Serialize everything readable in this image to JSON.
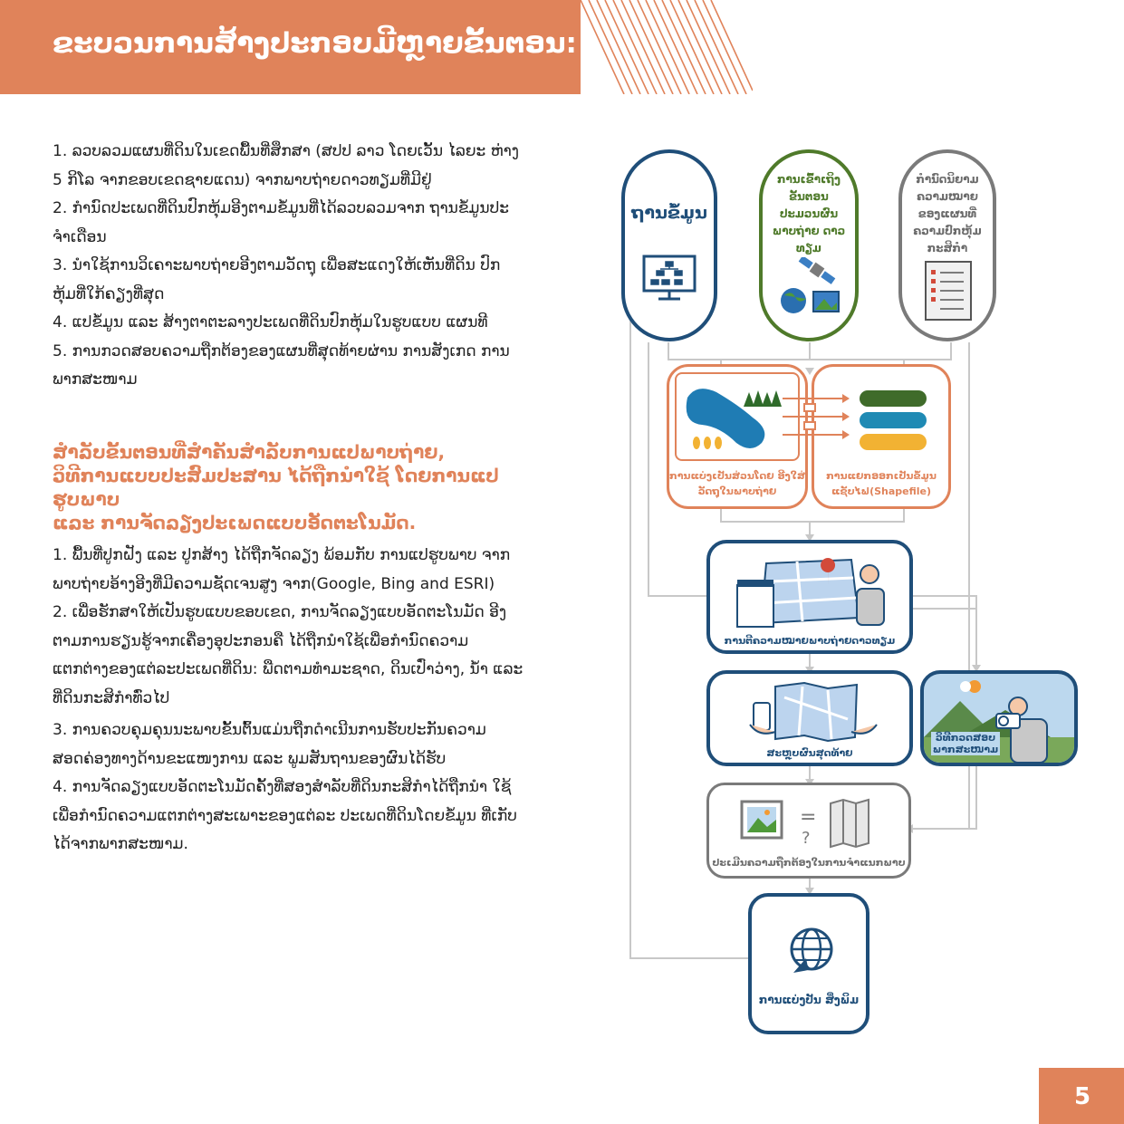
{
  "header": {
    "title": "ຂະບວນການສ້າງປະກອບມີຫຼາຍຂັ້ນຕອນ:"
  },
  "steps_1": [
    "1. ລວບລວມແຜນທີ່ດິນໃນເຂດພື້ນທີ່ສຶກສາ (ສປປ ລາວ ໂດຍເວັ້ນ ໄລຍະ ຫ່າງ 5 ກິໂລ ຈາກຂອບເຂດຊາຍແດນ) ຈາກພາບຖ່າຍດາວທຽມທີ່ມີຢູ່",
    "2. ກໍານົດປະເພດທີ່ດິນປົກຫຸ້ມອີງຕາມຂໍ້ມູນທີ່ໄດ້ລວບລວມຈາກ ຖານຂໍ້ມູນປະຈໍາເດືອນ",
    "3. ນໍາໃຊ້ການວິເຄາະພາບຖ່າຍອີງຕາມວັດຖຸ ເພື່ອສະແດງໃຫ້ເຫັນທີ່ດິນ ປົກຫຸ້ມທີ່ໃກ້ຄຽງທີ່ສຸດ",
    "4. ແປຂໍ້ມູນ ແລະ ສ້າງຕາຕະລາງປະເພດທີ່ດິນປົກຫຸ້ມໃນຮູບແບບ ແຜນທີ",
    "5. ການກວດສອບຄວາມຖືກຕ້ອງຂອງແຜນທີ່ສຸດທ້າຍຜ່ານ ການສັງເກດ ການພາກສະໜາມ"
  ],
  "subheading": [
    "ສໍາລັບຂັ້ນຕອນທີ່ສໍາຄັນສໍາລັບການແປພາບຖ່າຍ,",
    "ວິທີການແບບປະສົມປະສານ ໄດ້ຖືກນໍາໃຊ້ ໂດຍການແປຮູບພາບ",
    "ແລະ ການຈັດລຽງປະເພດແບບອັດຕະໂນມັດ."
  ],
  "steps_2": [
    "1. ພື້ນທີ່ປູກຝັງ ແລະ ປູກສ້າງ ໄດ້ຖືກຈັດລຽງ ພ້ອມກັບ  ການແປຮູບພາບ ຈາກພາບຖ່າຍອ້າງອີງທີ່ມີຄວາມຊັດເຈນສູງ ຈາກ(Google, Bing and ESRI)",
    "2. ເພື່ອຮັກສາໃຫ້ເປັນຮູບແບບຂອບເຂດ, ການຈັດລຽງແບບອັດຕະໂນມັດ ອີງຕາມການຮຽນຮູ້ຈາກເຄື່ອງອຸປະກອນຄື   ໄດ້ຖືກນໍາໃຊ້ເພື່ອກໍານົດຄວາມ ແຕກຕ່າງຂອງແຕ່ລະປະເພດທີ່ດິນ:  ພືດຕາມທໍາມະຊາດ,  ດິນເປົ່າວ່າງ,  ນໍ້າ ແລະ ທີ່ດິນກະສິກໍາທົ່ວໄປ",
    "3. ການຄວບຄຸມຄຸນນະພາບຂັ້ນຕົ້ນແມ່ນຖືກດໍາເນີນການຮັບປະກັນຄວາມ ສອດຄ່ອງທາງດ້ານຂະແໜງການ ແລະ ພູມສັນຖານຂອງຜົນໄດ້ຮັບ",
    "4. ການຈັດລຽງແບບອັດຕະໂນມັດຄັ້ງທີ່ສອງສໍາລັບທີ່ດິນກະສິກໍາໄດ້ຖືກນໍາ ໃຊ້ເພື່ອກໍານົດຄວາມແຕກຕ່າງສະເພາະຂອງແຕ່ລະ ປະເພດທີ່ດິນໂດຍຂໍ້ມູນ ທີ່ເກັບໄດ້ຈາກພາກສະໜາມ."
  ],
  "diagram": {
    "database": "ຖານຂໍ້ມູນ",
    "satellite": "ການເຂົ້າເຖິງ ຂັ້ນຕອນ ປະມວນຜົນ ພາບຖ່າຍ ດາວທຽມ",
    "legend_def": "ກໍານົດນິຍາມ ຄວາມໝາຍ ຂອງແຜນທີ່ ຄວາມປົກຫຸ້ມ ກະສິກໍາ",
    "segmentation": "ການແບ່ງເປັນສ່ວນໂດຍ ອີງໃສ່ວັດຖຸໃນພາບຖ່າຍ",
    "export": "ການແຍກອອກເປັນຂໍ້ມູນ ແຊັບໄຟ(Shapefile)",
    "interpretation": "ການຕີຄວາມໝາຍພາບຖ່າຍດາວທຽມ",
    "final_map": "ສະຫຼຸບຜົນສຸດທ້າຍ",
    "field_check": "ວິທີກວດສອບ ພາກສະໜາມ",
    "accuracy": "ປະເມີນຄວາມຖືກຕ້ອງໃນການຈໍາແນກພາບ",
    "publish": "ການແບ່ງປັນ ສິ່ງພິມ"
  },
  "page_number": "5",
  "colors": {
    "accent": "#e0835a",
    "navy": "#1f4e79",
    "green": "#4f7a2a",
    "gray": "#7a7a7a"
  }
}
